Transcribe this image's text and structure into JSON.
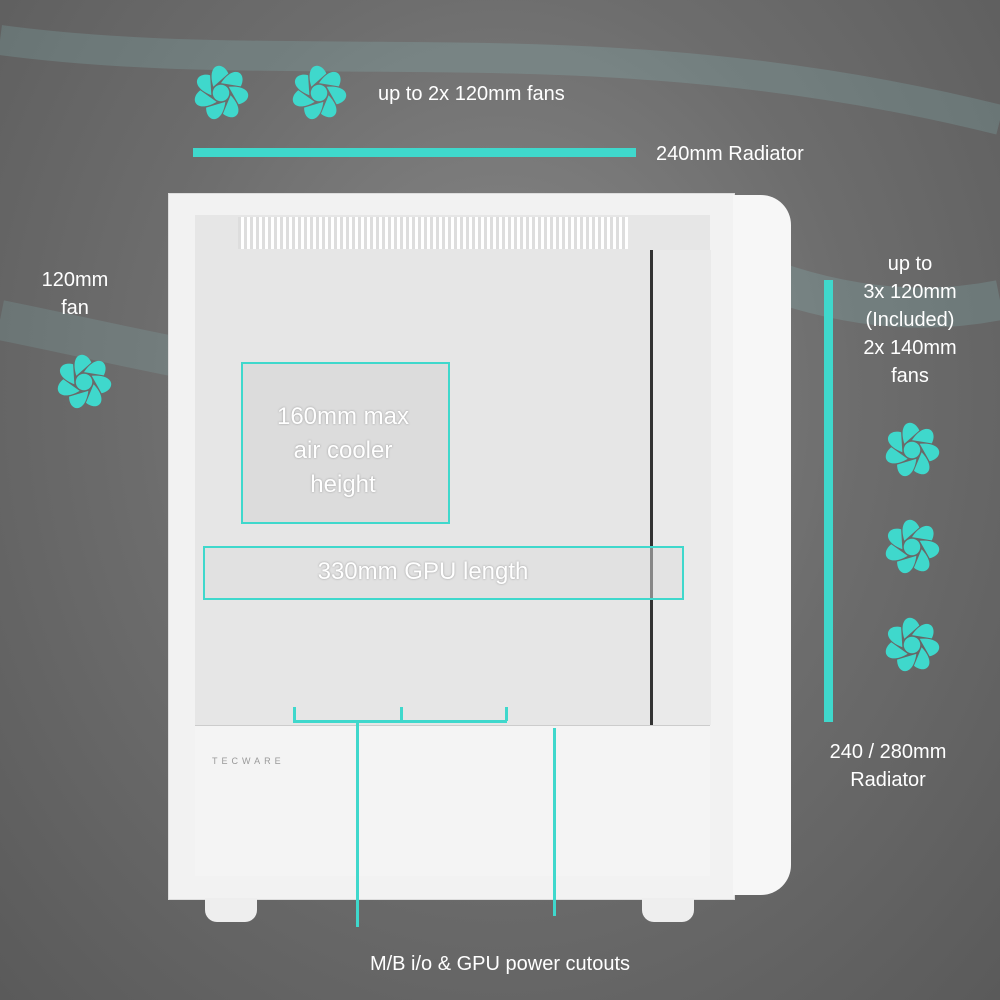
{
  "labels": {
    "top_fans": "up to 2x 120mm fans",
    "top_radiator": "240mm Radiator",
    "rear_fan": "120mm\nfan",
    "front_fans": "up to\n3x 120mm\n(Included)\n2x 140mm\nfans",
    "front_radiator": "240 / 280mm\nRadiator",
    "cooler": "160mm max\nair cooler\nheight",
    "gpu": "330mm GPU length",
    "cutouts": "M/B i/o & GPU power cutouts"
  },
  "brand": "TECWARE",
  "accent": "#3fd8cc"
}
